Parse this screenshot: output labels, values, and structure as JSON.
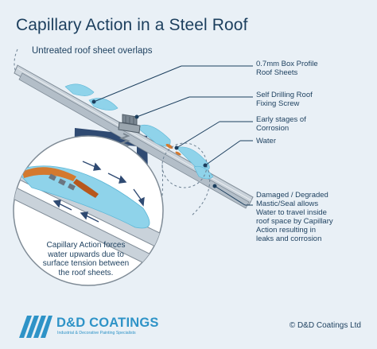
{
  "title": "Capillary Action in a Steel Roof",
  "subtitle": "Untreated roof sheet overlaps",
  "labels": {
    "box_profile": "0.7mm Box Profile\nRoof Sheets",
    "screw": "Self Drilling Roof\nFixing Screw",
    "corrosion": "Early stages of\nCorrosion",
    "water": "Water",
    "damaged": "Damaged / Degraded\nMastic/Seal allows\nWater to travel inside\nroof space by Capillary\nAction resulting in\nleaks and corrosion"
  },
  "caption": "Capillary Action forces\nwater upwards due to\nsurface tension between\nthe roof sheets.",
  "brand": {
    "name": "D&D COATINGS",
    "tagline": "Industrial & Decorative Painting Specialists"
  },
  "copyright": "© D&D Coatings Ltd",
  "colors": {
    "background": "#e9f0f6",
    "text": "#1c3f5e",
    "water": "#8fd3ea",
    "steel": "#c9d2da",
    "purlin": "#2f4a72",
    "rust": "#d4792e",
    "brand": "#2e93c7"
  }
}
